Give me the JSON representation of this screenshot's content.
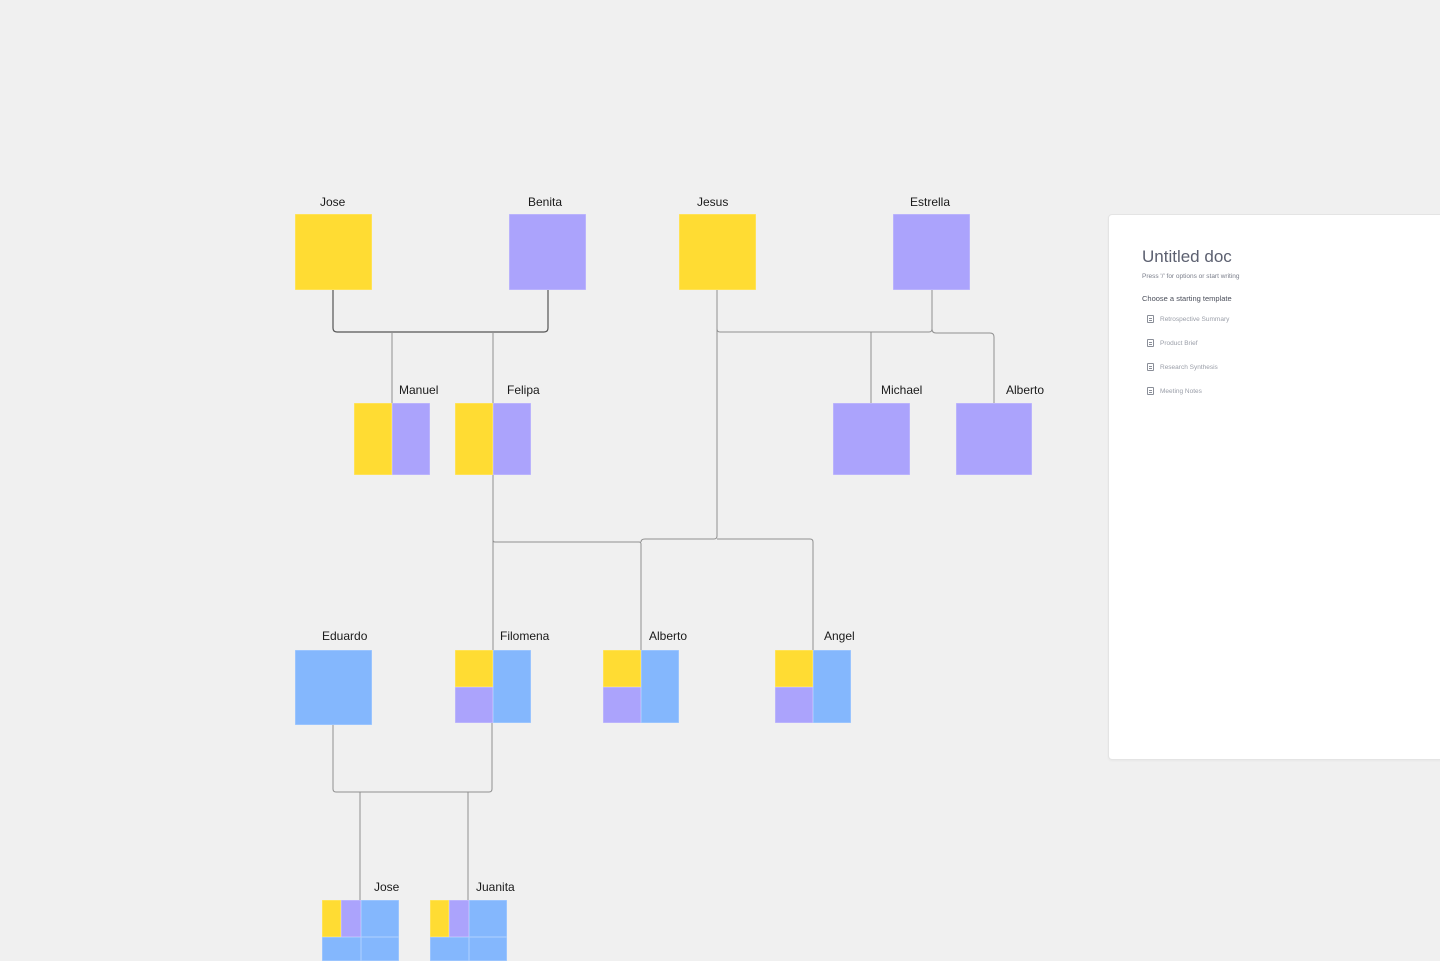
{
  "colors": {
    "background": "#f0f0f0",
    "yellow": "#ffdc33",
    "purple": "#aba3fc",
    "blue": "#84b7fd",
    "connector": "#8f8f8f",
    "connector_dark": "#555555"
  },
  "family_tree": {
    "people": [
      {
        "name": "Jose",
        "pattern": "yellow"
      },
      {
        "name": "Benita",
        "pattern": "purple"
      },
      {
        "name": "Jesus",
        "pattern": "yellow"
      },
      {
        "name": "Estrella",
        "pattern": "purple"
      },
      {
        "name": "Manuel",
        "pattern": "yellow-purple-halves"
      },
      {
        "name": "Felipa",
        "pattern": "yellow-purple-halves"
      },
      {
        "name": "Michael",
        "pattern": "purple"
      },
      {
        "name": "Alberto",
        "pattern": "purple"
      },
      {
        "name": "Eduardo",
        "pattern": "blue"
      },
      {
        "name": "Filomena",
        "pattern": "yellow-purple-blue"
      },
      {
        "name": "Alberto",
        "pattern": "yellow-purple-blue"
      },
      {
        "name": "Angel",
        "pattern": "yellow-purple-blue"
      },
      {
        "name": "Jose",
        "pattern": "yellow-purple-blue-blue"
      },
      {
        "name": "Juanita",
        "pattern": "yellow-purple-blue-blue"
      }
    ]
  },
  "doc": {
    "title": "Untitled doc",
    "hint": "Press '/' for options or start writing",
    "section_title": "Choose a starting template",
    "templates": [
      {
        "label": "Retrospective Summary",
        "icon": "document-icon"
      },
      {
        "label": "Product Brief",
        "icon": "document-icon"
      },
      {
        "label": "Research Synthesis",
        "icon": "document-icon"
      },
      {
        "label": "Meeting Notes",
        "icon": "document-icon"
      }
    ]
  }
}
